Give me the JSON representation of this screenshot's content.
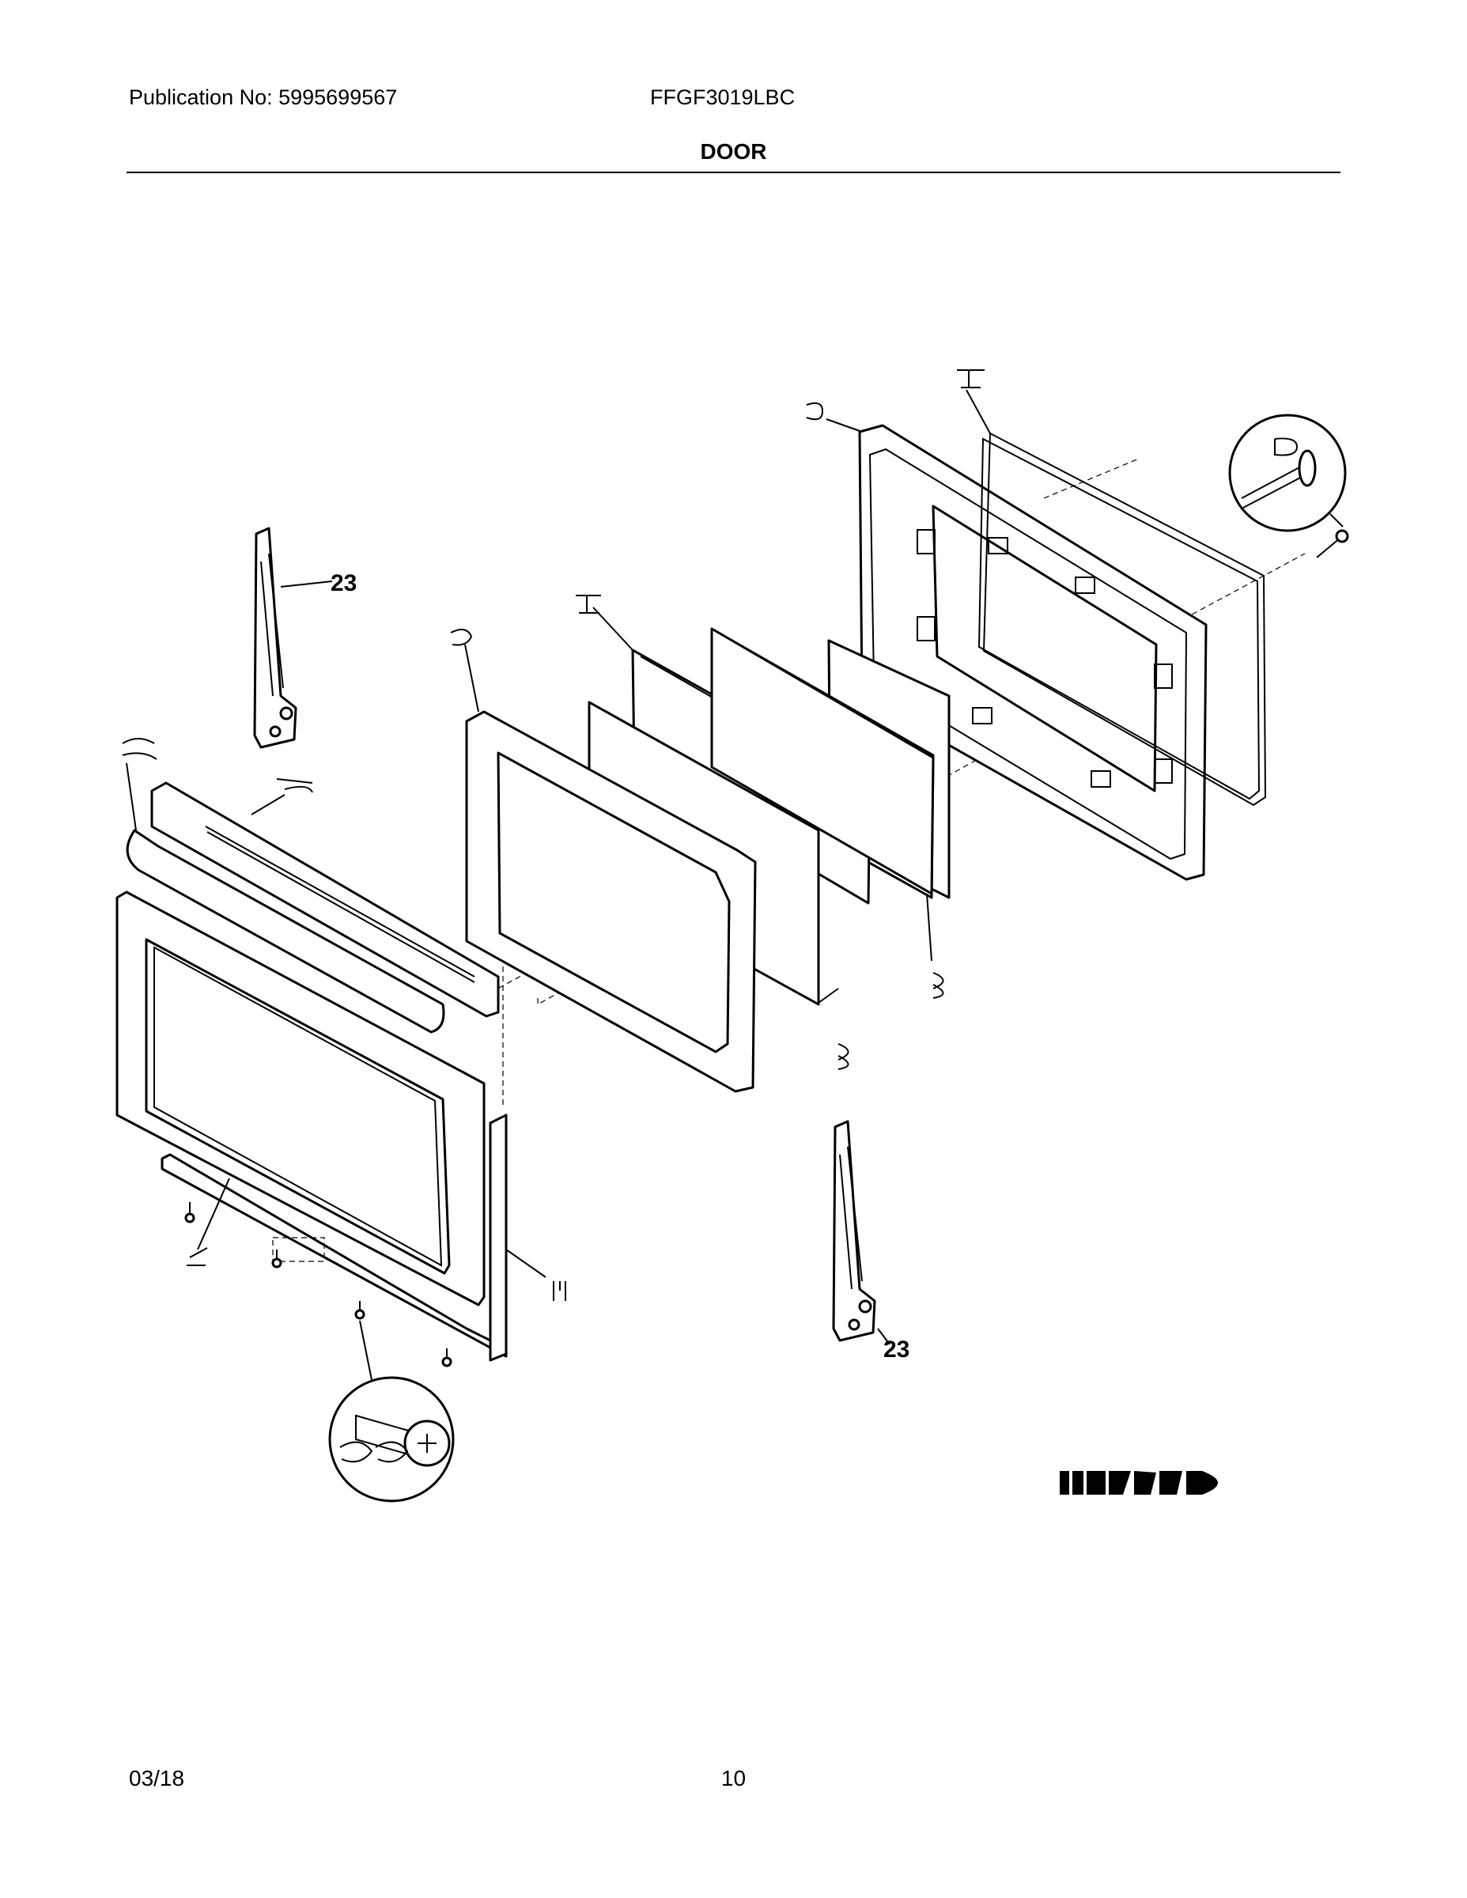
{
  "header": {
    "publication": "Publication No: 5995699567",
    "model": "FFGF3019LBC",
    "section_title": "DOOR"
  },
  "footer": {
    "date": "03/18",
    "page": "10"
  },
  "callouts": {
    "hinge_top": "23",
    "hinge_bottom": "23"
  }
}
